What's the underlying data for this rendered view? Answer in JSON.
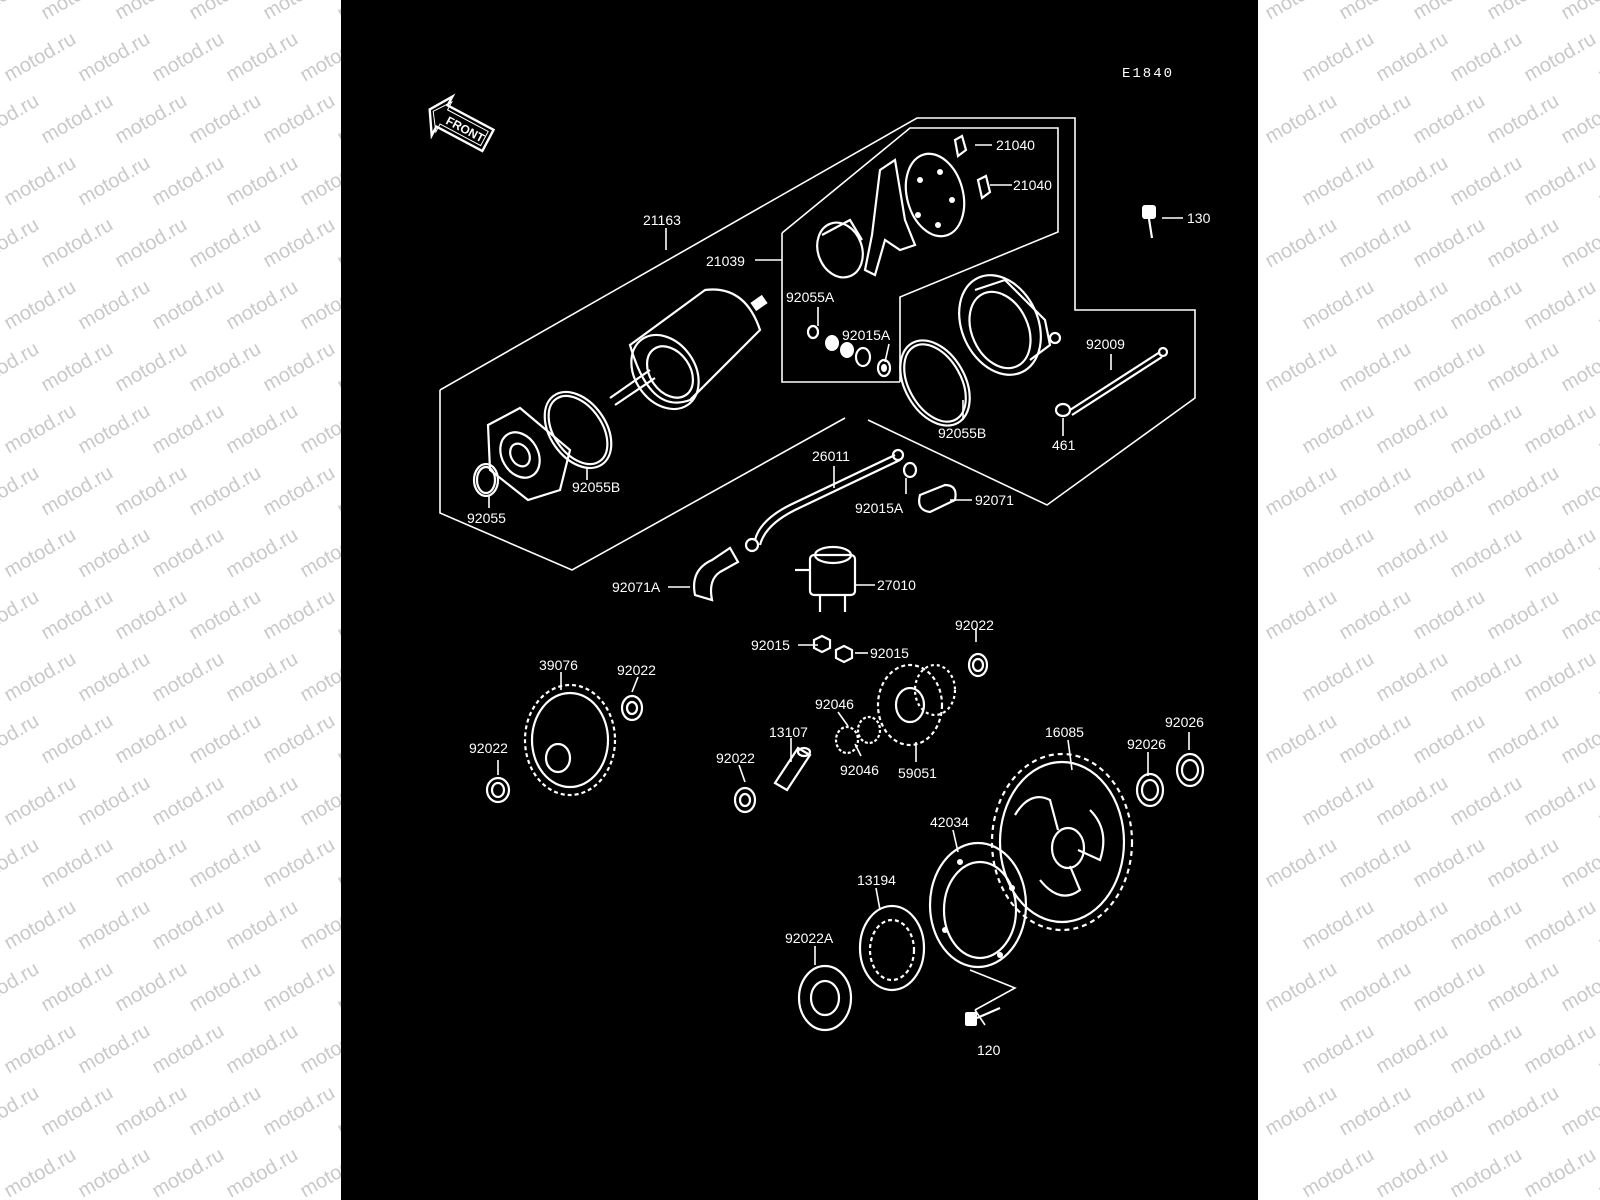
{
  "diagram": {
    "code": "E1840",
    "front_label": "FRONT",
    "watermark": "motod.ru",
    "colors": {
      "background": "#000000",
      "ink": "#ffffff",
      "page": "#ffffff",
      "watermark": "#c9c9c9"
    },
    "parts": [
      {
        "id": "21163"
      },
      {
        "id": "21039"
      },
      {
        "id": "21040"
      },
      {
        "id": "21040"
      },
      {
        "id": "130"
      },
      {
        "id": "92055A"
      },
      {
        "id": "92015A"
      },
      {
        "id": "92009"
      },
      {
        "id": "92055B"
      },
      {
        "id": "461"
      },
      {
        "id": "92055B"
      },
      {
        "id": "92055"
      },
      {
        "id": "26011"
      },
      {
        "id": "92015A"
      },
      {
        "id": "92071"
      },
      {
        "id": "92071A"
      },
      {
        "id": "27010"
      },
      {
        "id": "92022"
      },
      {
        "id": "92015"
      },
      {
        "id": "92015"
      },
      {
        "id": "39076"
      },
      {
        "id": "92022"
      },
      {
        "id": "92046"
      },
      {
        "id": "92022"
      },
      {
        "id": "13107"
      },
      {
        "id": "92022"
      },
      {
        "id": "92046"
      },
      {
        "id": "59051"
      },
      {
        "id": "16085"
      },
      {
        "id": "92026"
      },
      {
        "id": "92026"
      },
      {
        "id": "42034"
      },
      {
        "id": "13194"
      },
      {
        "id": "92022A"
      },
      {
        "id": "120"
      }
    ]
  }
}
